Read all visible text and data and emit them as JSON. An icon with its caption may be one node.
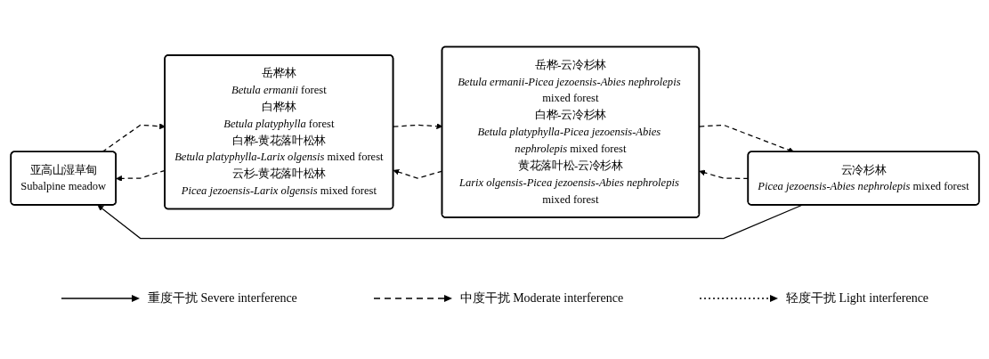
{
  "diagram": {
    "nodes": [
      {
        "text": [
          "亚高山湿草甸",
          "Subalpine meadow"
        ]
      },
      {
        "text": [
          "岳桦林",
          "*Betula ermanii* forest",
          "白桦林",
          "*Betula platyphylla* forest",
          "白桦-黄花落叶松林",
          "*Betula platyphylla-Larix olgensis* mixed forest",
          "云杉-黄花落叶松林",
          "*Picea jezoensis-Larix olgensis* mixed forest"
        ]
      },
      {
        "text": [
          "岳桦-云冷杉林",
          "*Betula ermanii-Picea jezoensis-Abies nephrolepis* mixed forest",
          "白桦-云冷杉林",
          "*Betula platyphylla-Picea jezoensis-Abies nephrolepis* mixed forest",
          "黄花落叶松-云冷杉林",
          "*Larix olgensis-Picea jezoensis-Abies nephrolepis* mixed forest"
        ]
      },
      {
        "text": [
          "云冷杉林",
          "*Picea jezoensis-Abies nephrolepis* mixed forest"
        ]
      }
    ],
    "edges": [
      {
        "from": 0,
        "to": 1,
        "arrow": "to",
        "style": "dashed"
      },
      {
        "from": 1,
        "to": 0,
        "arrow": "to",
        "style": "dashed"
      },
      {
        "from": 1,
        "to": 2,
        "arrow": "to",
        "style": "dashed"
      },
      {
        "from": 2,
        "to": 1,
        "arrow": "to",
        "style": "dashed"
      },
      {
        "from": 2,
        "to": 3,
        "arrow": "to",
        "style": "dashed"
      },
      {
        "from": 3,
        "to": 2,
        "arrow": "to",
        "style": "dashed"
      },
      {
        "from": 3,
        "to": 0,
        "arrow": "to"
      }
    ],
    "legend": [
      {
        "text": "重度干扰 Severe interference"
      },
      {
        "text": "中度干扰 Moderate interference"
      },
      {
        "text": "轻度干扰 Light interference"
      }
    ]
  }
}
